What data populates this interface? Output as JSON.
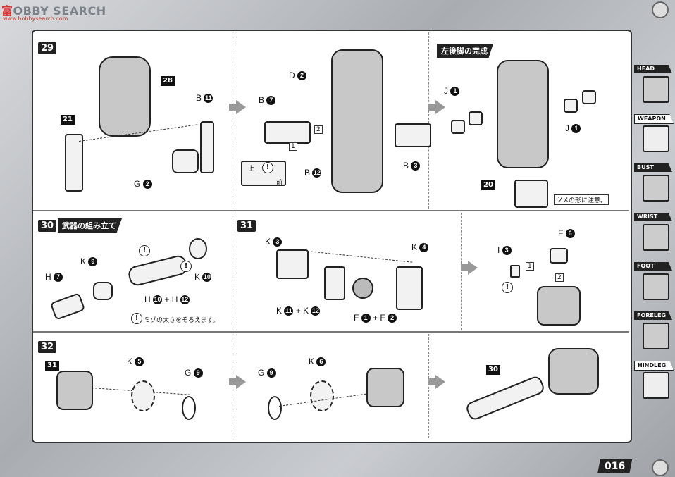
{
  "watermark": {
    "text_red": "富",
    "text_gray": "OBBY SEARCH",
    "url": "www.hobbysearch.com"
  },
  "page_number": "016",
  "sidebar": {
    "items": [
      {
        "label": "HEAD",
        "active": false
      },
      {
        "label": "WEAPON",
        "active": true
      },
      {
        "label": "BUST",
        "active": false
      },
      {
        "label": "WRIST",
        "active": false
      },
      {
        "label": "FOOT",
        "active": false
      },
      {
        "label": "FORELEG",
        "active": false
      },
      {
        "label": "HINDLEG",
        "active": true
      }
    ]
  },
  "step29": {
    "number": "29",
    "panelA": {
      "p28": "28",
      "p21": "21",
      "b11": "B",
      "b11n": "11",
      "g2": "G",
      "g2n": "2"
    },
    "panelB": {
      "d2": "D",
      "d2n": "2",
      "b7": "B",
      "b7n": "7",
      "b12": "B",
      "b12n": "12",
      "b3": "B",
      "b3n": "3",
      "step1": "1",
      "step2": "2",
      "up": "上",
      "front": "前"
    },
    "panelC": {
      "banner": "左後脚の完成",
      "j1a": "J",
      "j1an": "1",
      "j1b": "J",
      "j1bn": "1",
      "p20": "20",
      "note": "ツメの形に注意。"
    }
  },
  "step30": {
    "number": "30",
    "banner": "武器の組み立て",
    "h7": "H",
    "h7n": "7",
    "k9": "K",
    "k9n": "9",
    "k10": "K",
    "k10n": "10",
    "h10": "H",
    "h10n": "10",
    "plus": "+",
    "h12": "H",
    "h12n": "12",
    "note": "ミゾの太さをそろえます。"
  },
  "step31": {
    "number": "31",
    "k3": "K",
    "k3n": "3",
    "k4": "K",
    "k4n": "4",
    "k11": "K",
    "k11n": "11",
    "k12": "K",
    "k12n": "12",
    "f1": "F",
    "f1n": "1",
    "f2": "F",
    "f2n": "2",
    "plus": "+",
    "right": {
      "f6": "F",
      "f6n": "6",
      "i3": "I",
      "i3n": "3",
      "step1": "1",
      "step2": "2"
    }
  },
  "step32": {
    "number": "32",
    "p31": "31",
    "k5": "K",
    "k5n": "5",
    "g9a": "G",
    "g9an": "9",
    "g9b": "G",
    "g9bn": "9",
    "k6": "K",
    "k6n": "6",
    "p30": "30"
  }
}
